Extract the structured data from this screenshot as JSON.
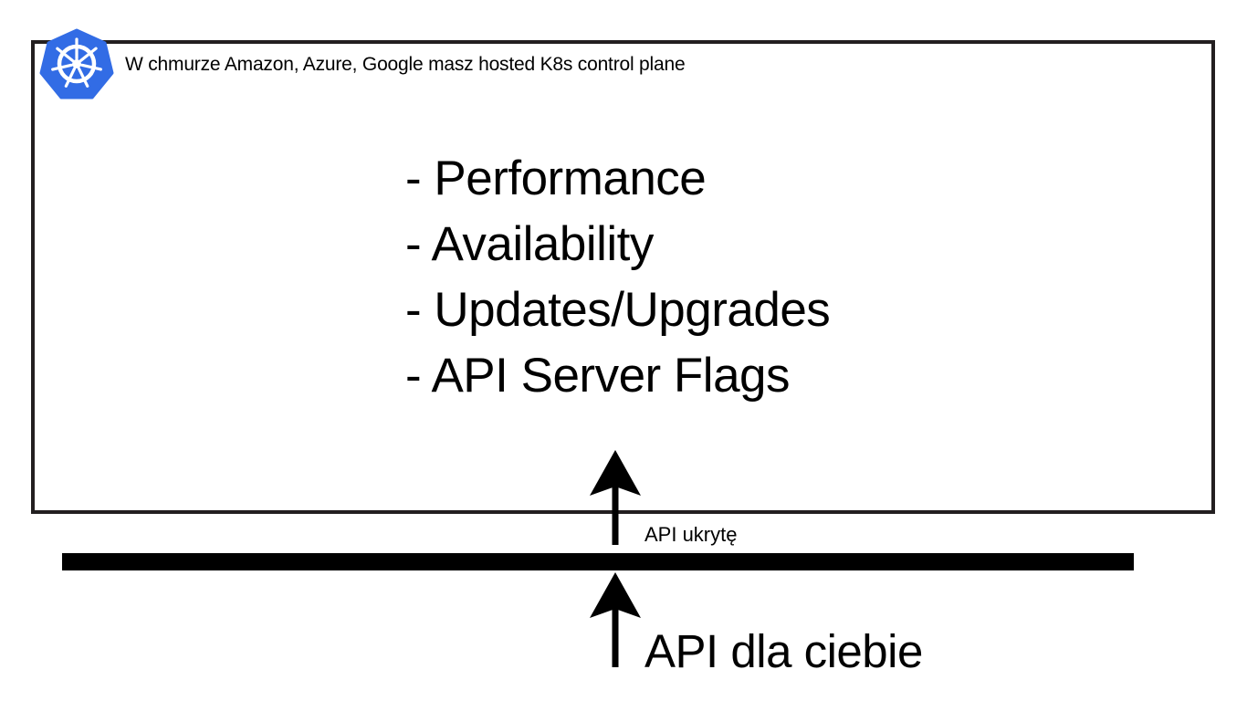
{
  "colors": {
    "k8s_blue": "#326ce5",
    "stroke": "#231f20",
    "text": "#000000",
    "background": "#ffffff"
  },
  "header": {
    "logo_icon": "kubernetes-helm-wheel-icon",
    "text": "W chmurze Amazon, Azure, Google masz hosted K8s control plane"
  },
  "concerns": [
    {
      "label": "- Performance"
    },
    {
      "label": "- Availability"
    },
    {
      "label": "- Updates/Upgrades"
    },
    {
      "label": "- API Server Flags"
    }
  ],
  "hidden_api": {
    "label": "API ukrytę"
  },
  "public_api": {
    "label": "API dla ciebie"
  }
}
